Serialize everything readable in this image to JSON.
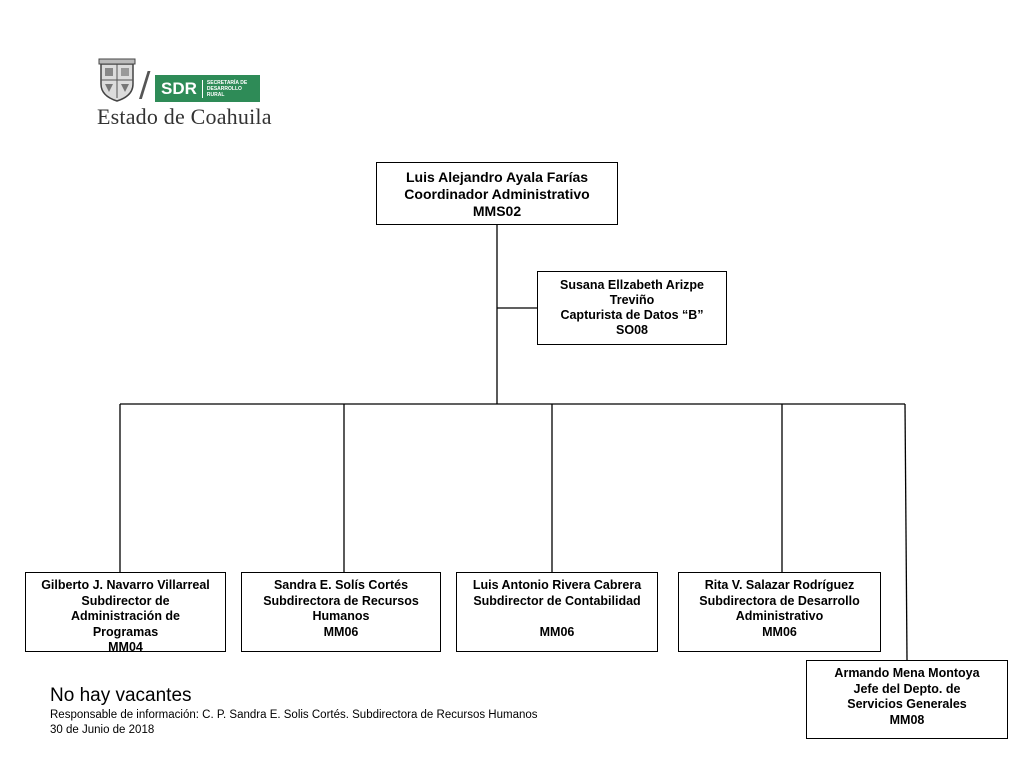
{
  "logo": {
    "crest_icon": "coahuila-state-crest-icon",
    "sdr_abbrev": "SDR",
    "sdr_full": "SECRETARÍA DE DESARROLLO RURAL",
    "state_name": "Estado de Coahuila"
  },
  "org_chart": {
    "top": {
      "name": "Luis Alejandro Ayala Farías",
      "title": "Coordinador Administrativo",
      "code": "MMS02"
    },
    "assistant": {
      "name_line1": "Susana Ellzabeth Arizpe",
      "name_line2": "Treviño",
      "title": "Capturista de Datos “B”",
      "code": "SO08"
    },
    "subordinates": [
      {
        "name": "Gilberto J. Navarro Villarreal",
        "title_line1": "Subdirector de",
        "title_line2": "Administración de",
        "title_line3": "Programas",
        "code": "MM04"
      },
      {
        "name": "Sandra E. Solís Cortés",
        "title_line1": "Subdirectora de Recursos",
        "title_line2": "Humanos",
        "code": "MM06"
      },
      {
        "name": "Luis Antonio Rivera Cabrera",
        "title_line1": "Subdirector de Contabilidad",
        "code": "MM06"
      },
      {
        "name": "Rita V. Salazar Rodríguez",
        "title_line1": "Subdirectora  de  Desarrollo",
        "title_line2": "Administrativo",
        "code": "MM06"
      },
      {
        "name": "Armando Mena Montoya",
        "title_line1": "Jefe del Depto. de",
        "title_line2": "Servicios Generales",
        "code": "MM08"
      }
    ]
  },
  "footer": {
    "vacancies": "No  hay vacantes",
    "responsible": "Responsable de información: C. P. Sandra E. Solis Cortés. Subdirectora de Recursos Humanos",
    "date": "30 de Junio de 2018"
  }
}
